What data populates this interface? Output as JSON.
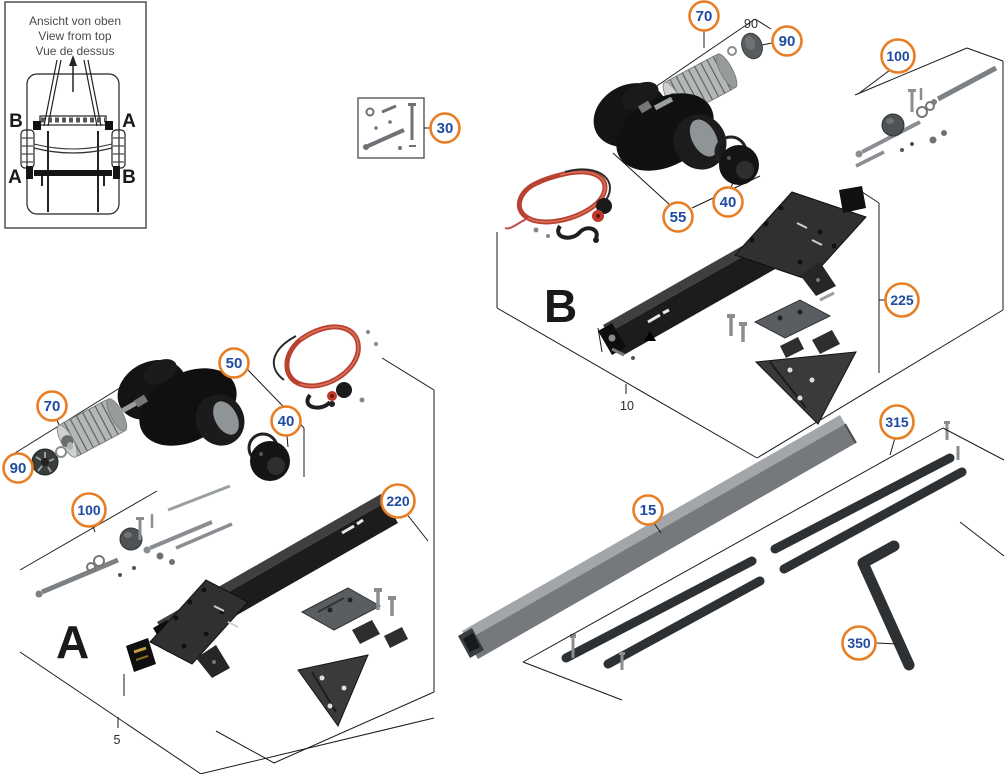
{
  "inset": {
    "title_de": "Ansicht von oben",
    "title_en": "View from top",
    "title_fr": "Vue de dessus",
    "corners": {
      "tl": "B",
      "tr": "A",
      "bl": "A",
      "br": "B"
    }
  },
  "groups": {
    "a": "A",
    "b": "B"
  },
  "callouts": {
    "c30": "30",
    "c70a": "70",
    "c90a": "90",
    "c50": "50",
    "c40a": "40",
    "c100a": "100",
    "c220": "220",
    "c70b": "70",
    "c90b": "90",
    "c55": "55",
    "c40b": "40",
    "c100b": "100",
    "c225": "225",
    "c15": "15",
    "c315": "315",
    "c350": "350"
  },
  "labels": {
    "qty90": "90",
    "ref10": "10",
    "ref5": "5"
  },
  "colors": {
    "callout_ring": "#e87e24",
    "callout_number": "#1f4ba0",
    "construction_line": "#1a1a1a",
    "wire_red": "#b8412f",
    "rail_black": "#1c1c1c",
    "tube_gray": "#75797d"
  }
}
